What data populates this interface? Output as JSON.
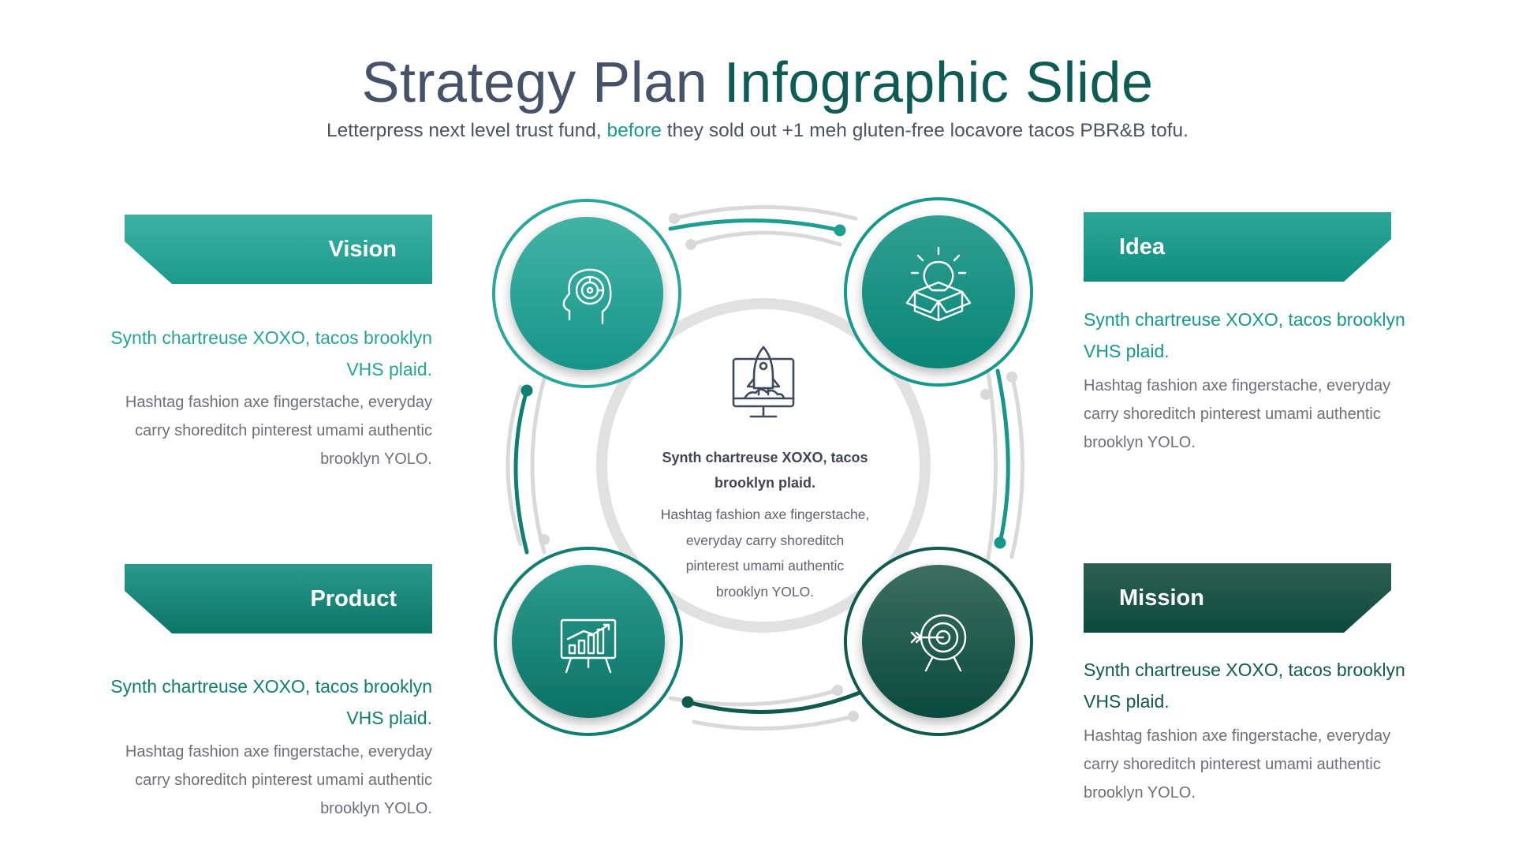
{
  "title": {
    "part1": "Strategy Plan",
    "part2": "Infographic Slide"
  },
  "subtitle": {
    "part1": "Letterpress next level trust fund,",
    "highlight": "before",
    "part2": "they sold out +1 meh gluten-free locavore tacos PBR&B tofu."
  },
  "center": {
    "icon": "rocket-launch-monitor-icon",
    "heading": "Synth chartreuse XOXO, tacos brooklyn plaid.",
    "body": "Hashtag fashion axe fingerstache, everyday carry shoreditch pinterest umami authentic brooklyn YOLO."
  },
  "sections": {
    "vision": {
      "label": "Vision",
      "icon": "head-maze-icon",
      "heading": "Synth chartreuse XOXO, tacos brooklyn VHS plaid.",
      "body": "Hashtag fashion axe fingerstache, everyday carry shoreditch pinterest umami authentic brooklyn YOLO.",
      "color": "#2aa79a"
    },
    "idea": {
      "label": "Idea",
      "icon": "lightbulb-box-icon",
      "heading": "Synth chartreuse XOXO, tacos brooklyn VHS plaid.",
      "body": "Hashtag fashion axe fingerstache, everyday carry shoreditch pinterest umami authentic brooklyn YOLO.",
      "color": "#15998a"
    },
    "product": {
      "label": "Product",
      "icon": "growth-chart-board-icon",
      "heading": "Synth chartreuse XOXO, tacos brooklyn VHS plaid.",
      "body": "Hashtag fashion axe fingerstache, everyday carry shoreditch pinterest umami authentic brooklyn YOLO.",
      "color": "#0f7f71"
    },
    "mission": {
      "label": "Mission",
      "icon": "target-arrow-icon",
      "heading": "Synth chartreuse XOXO, tacos brooklyn VHS plaid.",
      "body": "Hashtag fashion axe fingerstache, everyday carry shoreditch pinterest umami authentic brooklyn YOLO.",
      "color": "#0f5a4c"
    }
  },
  "colors": {
    "title_dark": "#455268",
    "title_accent": "#0d5b52",
    "teal_light": "#2aa79a",
    "teal_mid": "#15998a",
    "teal_deep": "#0f7f71",
    "green_dark": "#0f5a4c",
    "ring_grey": "#d9d9d9"
  }
}
